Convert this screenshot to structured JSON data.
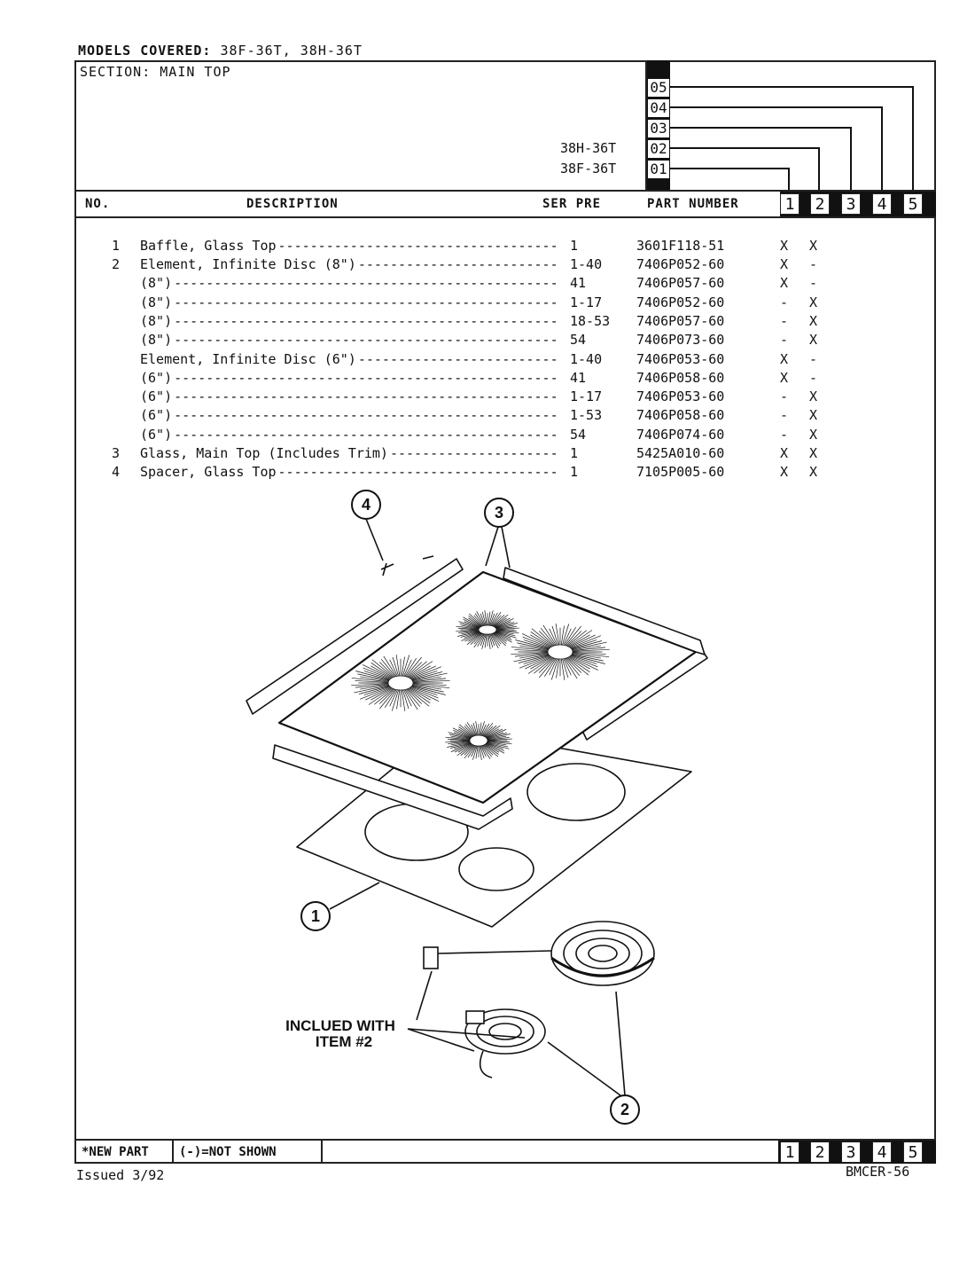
{
  "header": {
    "models_label": "MODELS COVERED:",
    "models_value": "38F-36T, 38H-36T",
    "section": "SECTION: MAIN TOP",
    "serials": [
      "05",
      "04",
      "03",
      "02",
      "01"
    ],
    "model_lines": [
      {
        "code": "02",
        "model": "38H-36T"
      },
      {
        "code": "01",
        "model": "38F-36T"
      }
    ]
  },
  "columns": {
    "no": "NO.",
    "description": "DESCRIPTION",
    "ser_pre": "SER PRE",
    "part_number": "PART NUMBER",
    "model_boxes": [
      "1",
      "2",
      "3",
      "4",
      "5"
    ]
  },
  "parts": [
    {
      "no": "1",
      "desc": "Baffle, Glass Top",
      "ser": "1",
      "part": "3601F118-51",
      "m1": "X",
      "m2": "X"
    },
    {
      "no": "2",
      "desc": "Element, Infinite Disc (8\")",
      "ser": "1-40",
      "part": "7406P052-60",
      "m1": "X",
      "m2": "-"
    },
    {
      "no": "",
      "desc": "(8\")",
      "ser": "41",
      "part": "7406P057-60",
      "m1": "X",
      "m2": "-"
    },
    {
      "no": "",
      "desc": "(8\")",
      "ser": "1-17",
      "part": "7406P052-60",
      "m1": "-",
      "m2": "X"
    },
    {
      "no": "",
      "desc": "(8\")",
      "ser": "18-53",
      "part": "7406P057-60",
      "m1": "-",
      "m2": "X"
    },
    {
      "no": "",
      "desc": "(8\")",
      "ser": "54",
      "part": "7406P073-60",
      "m1": "-",
      "m2": "X"
    },
    {
      "no": "",
      "desc": "Element, Infinite Disc (6\")",
      "ser": "1-40",
      "part": "7406P053-60",
      "m1": "X",
      "m2": "-"
    },
    {
      "no": "",
      "desc": "(6\")",
      "ser": "41",
      "part": "7406P058-60",
      "m1": "X",
      "m2": "-"
    },
    {
      "no": "",
      "desc": "(6\")",
      "ser": "1-17",
      "part": "7406P053-60",
      "m1": "-",
      "m2": "X"
    },
    {
      "no": "",
      "desc": "(6\")",
      "ser": "1-53",
      "part": "7406P058-60",
      "m1": "-",
      "m2": "X"
    },
    {
      "no": "",
      "desc": "(6\")",
      "ser": "54",
      "part": "7406P074-60",
      "m1": "-",
      "m2": "X"
    },
    {
      "no": "3",
      "desc": "Glass, Main Top (Includes Trim)",
      "ser": "1",
      "part": "5425A010-60",
      "m1": "X",
      "m2": "X"
    },
    {
      "no": "4",
      "desc": "Spacer, Glass Top",
      "ser": "1",
      "part": "7105P005-60",
      "m1": "X",
      "m2": "X"
    }
  ],
  "diagram": {
    "callouts": [
      "4",
      "3",
      "1",
      "2"
    ],
    "note_line1": "INCLUED WITH",
    "note_line2": "ITEM #2"
  },
  "footer": {
    "new_part": "*NEW PART",
    "not_shown": "(-)=NOT SHOWN",
    "model_boxes": [
      "1",
      "2",
      "3",
      "4",
      "5"
    ],
    "issued": "Issued 3/92",
    "doc_id": "BMCER-56"
  }
}
